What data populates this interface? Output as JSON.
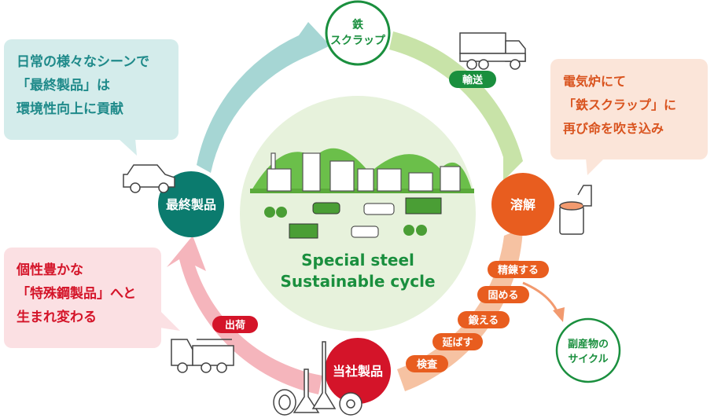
{
  "center": {
    "line1": "Special steel",
    "line2": "Sustainable cycle"
  },
  "nodes": {
    "scrap": {
      "line1": "鉄",
      "line2": "スクラップ",
      "color": "#1a8f3e"
    },
    "melting": {
      "label": "溶解",
      "color": "#e85d1f"
    },
    "company_products": {
      "label": "当社製品",
      "color": "#d41429"
    },
    "final_products": {
      "label": "最終製品",
      "color": "#0b7b6e"
    },
    "byproduct": {
      "line1": "副産物の",
      "line2": "サイクル",
      "color": "#1a8f3e"
    }
  },
  "pills": {
    "transport": "輸送",
    "refine": "精錬する",
    "harden": "固める",
    "forge": "鍛える",
    "stretch": "延ばす",
    "inspect": "検査",
    "ship": "出荷"
  },
  "callouts": {
    "top_left": {
      "text": "日常の様々なシーンで\n「最終製品」は\n環境性向上に貢献",
      "color": "#1f8a8a",
      "bg": "#d4eceb"
    },
    "right": {
      "text": "電気炉にて\n「鉄スクラップ」に\n再び命を吹き込み",
      "color": "#d9531e",
      "bg": "#fbe5d9"
    },
    "bottom_left": {
      "text": "個性豊かな\n「特殊鋼製品」へと\n生まれ変わる",
      "color": "#d41429",
      "bg": "#fbe0e3"
    }
  },
  "colors": {
    "arc_teal": "#a6d6d4",
    "arc_green": "#c8e3a8",
    "arc_orange": "#f6c2a2",
    "arc_pink": "#f5b5bc",
    "center_bg": "#e7f2dc",
    "green": "#1a8f3e"
  },
  "icons": [
    "dump-truck-icon",
    "car-icon",
    "ladle-icon",
    "flatbed-truck-icon",
    "steel-parts-icon",
    "city-icon"
  ]
}
